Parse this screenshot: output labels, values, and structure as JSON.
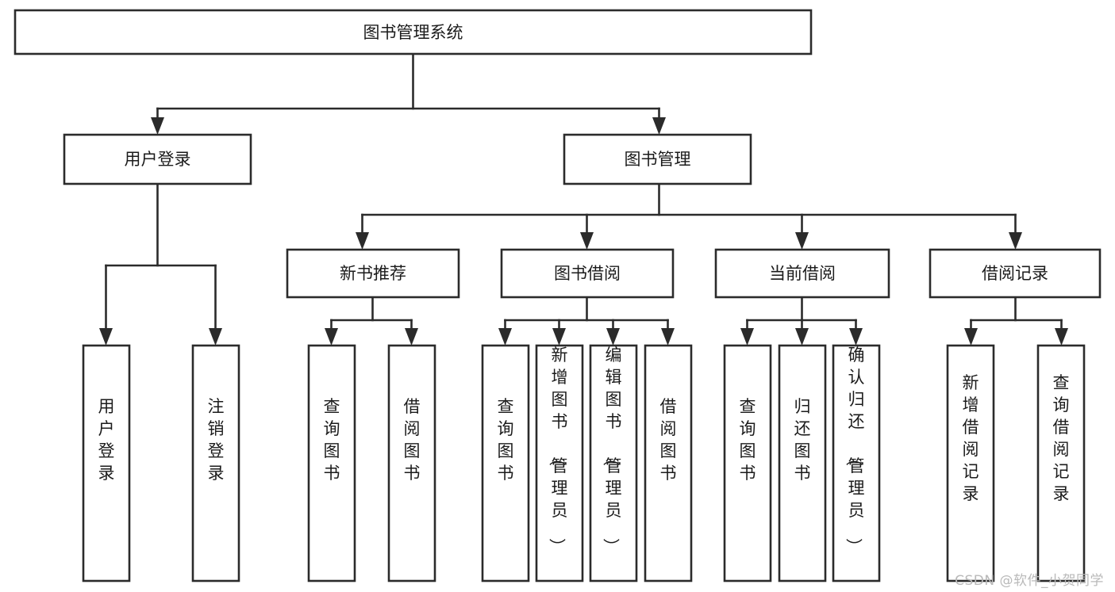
{
  "diagram": {
    "type": "tree",
    "title": "图书管理系统",
    "orientation": "top-down",
    "watermark": "CSDN @软件_小贺同学",
    "colors": {
      "box_fill": "#ffffff",
      "box_stroke": "#2b2b2b",
      "text": "#1b1b1b",
      "watermark": "#b9b9b9",
      "background": "#ffffff"
    },
    "nodes": {
      "root": {
        "label": "图书管理系统"
      },
      "level1": [
        {
          "label": "用户登录"
        },
        {
          "label": "图书管理"
        }
      ],
      "level2": [
        {
          "label": "新书推荐"
        },
        {
          "label": "图书借阅"
        },
        {
          "label": "当前借阅"
        },
        {
          "label": "借阅记录"
        }
      ],
      "leaves_user_login": [
        {
          "label": "用户登录"
        },
        {
          "label": "注销登录"
        }
      ],
      "leaves_new_book": [
        {
          "label": "查询图书"
        },
        {
          "label": "借阅图书"
        }
      ],
      "leaves_borrow": [
        {
          "label": "查询图书"
        },
        {
          "label": "新增图书（管理员）"
        },
        {
          "label": "编辑图书（管理员）"
        },
        {
          "label": "借阅图书"
        }
      ],
      "leaves_current": [
        {
          "label": "查询图书"
        },
        {
          "label": "归还图书"
        },
        {
          "label": "确认归还（管理员）"
        }
      ],
      "leaves_records": [
        {
          "label": "新增借阅记录"
        },
        {
          "label": "查询借阅记录"
        }
      ]
    }
  }
}
